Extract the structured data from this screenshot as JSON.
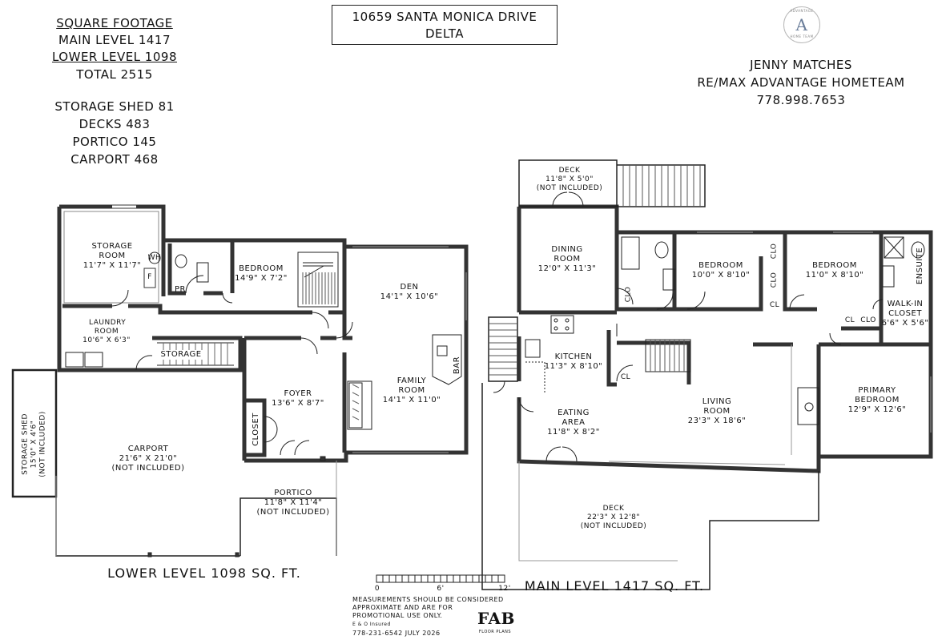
{
  "header": {
    "sq_title": "SQUARE FOOTAGE",
    "main_level": "MAIN LEVEL 1417",
    "lower_level": "LOWER LEVEL 1098",
    "total": "TOTAL 2515",
    "storage_shed": "STORAGE SHED 81",
    "decks": "DECKS 483",
    "portico": "PORTICO 145",
    "carport": "CARPORT 468",
    "address_line1": "10659 SANTA MONICA DRIVE",
    "address_line2": "DELTA",
    "agent_name": "JENNY MATCHES",
    "agency": "RE/MAX ADVANTAGE HOMETEAM",
    "phone": "778.998.7653",
    "logo_letter": "A",
    "logo_text_top": "ADVANTAGE",
    "logo_text_bottom": "HOME TEAM"
  },
  "lower": {
    "storage_room": {
      "name": "STORAGE ROOM",
      "dims": "11'7\" X 11'7\""
    },
    "wh": "WH",
    "f": "F",
    "pr": "PR",
    "bedroom": {
      "name": "BEDROOM",
      "dims": "14'9\" X 7'2\""
    },
    "den": {
      "name": "DEN",
      "dims": "14'1\" X 10'6\""
    },
    "laundry": {
      "name": "LAUNDRY ROOM",
      "dims": "10'6\" X 6'3\""
    },
    "storage": "STORAGE",
    "foyer": {
      "name": "FOYER",
      "dims": "13'6\" X 8'7\""
    },
    "family": {
      "name": "FAMILY ROOM",
      "dims": "14'1\" X 11'0\""
    },
    "bar": "BAR",
    "closet": "CLOSET",
    "carport": {
      "name": "CARPORT",
      "dims": "21'6\" X 21'0\"",
      "note": "(NOT INCLUDED)"
    },
    "shed": {
      "name": "STORAGE SHED",
      "dims": "15'0\" X 4'6\"",
      "note": "(NOT INCLUDED)"
    },
    "portico": {
      "name": "PORTICO",
      "dims": "11'8\" X 11'4\"",
      "note": "(NOT INCLUDED)"
    },
    "level_label": "LOWER LEVEL 1098 SQ. FT."
  },
  "main": {
    "deck_top": {
      "name": "DECK",
      "dims": "11'8\" X 5'0\"",
      "note": "(NOT INCLUDED)"
    },
    "dining": {
      "name": "DINING ROOM",
      "dims": "12'0\" X 11'3\""
    },
    "bedroom1": {
      "name": "BEDROOM",
      "dims": "10'0\" X 8'10\""
    },
    "bedroom2": {
      "name": "BEDROOM",
      "dims": "11'0\" X 8'10\""
    },
    "ensuite": "ENSUITE",
    "walkin": {
      "name": "WALK-IN CLOSET",
      "dims": "6'6\" X 5'6\""
    },
    "clo": "CLO",
    "cl": "CL",
    "kitchen": {
      "name": "KITCHEN",
      "dims": "11'3\" X 8'10\""
    },
    "eating": {
      "name": "EATING AREA",
      "dims": "11'8\" X 8'2\""
    },
    "living": {
      "name": "LIVING ROOM",
      "dims": "23'3\" X 18'6\""
    },
    "primary": {
      "name": "PRIMARY BEDROOM",
      "dims": "12'9\" X 12'6\""
    },
    "deck_bottom": {
      "name": "DECK",
      "dims": "22'3\" X 12'8\"",
      "note": "(NOT INCLUDED)"
    },
    "level_label": "MAIN LEVEL 1417 SQ. FT."
  },
  "footer": {
    "scale_0": "0",
    "scale_6": "6'",
    "scale_12": "12'",
    "disclaimer1": "MEASUREMENTS SHOULD BE CONSIDERED",
    "disclaimer2": "APPROXIMATE AND ARE FOR",
    "disclaimer3": "PROMOTIONAL USE ONLY.",
    "insured": "E & O Insured",
    "contact": "778-231-6542 JULY 2026",
    "brand": "FAB",
    "brand_sub": "FLOOR PLANS"
  }
}
